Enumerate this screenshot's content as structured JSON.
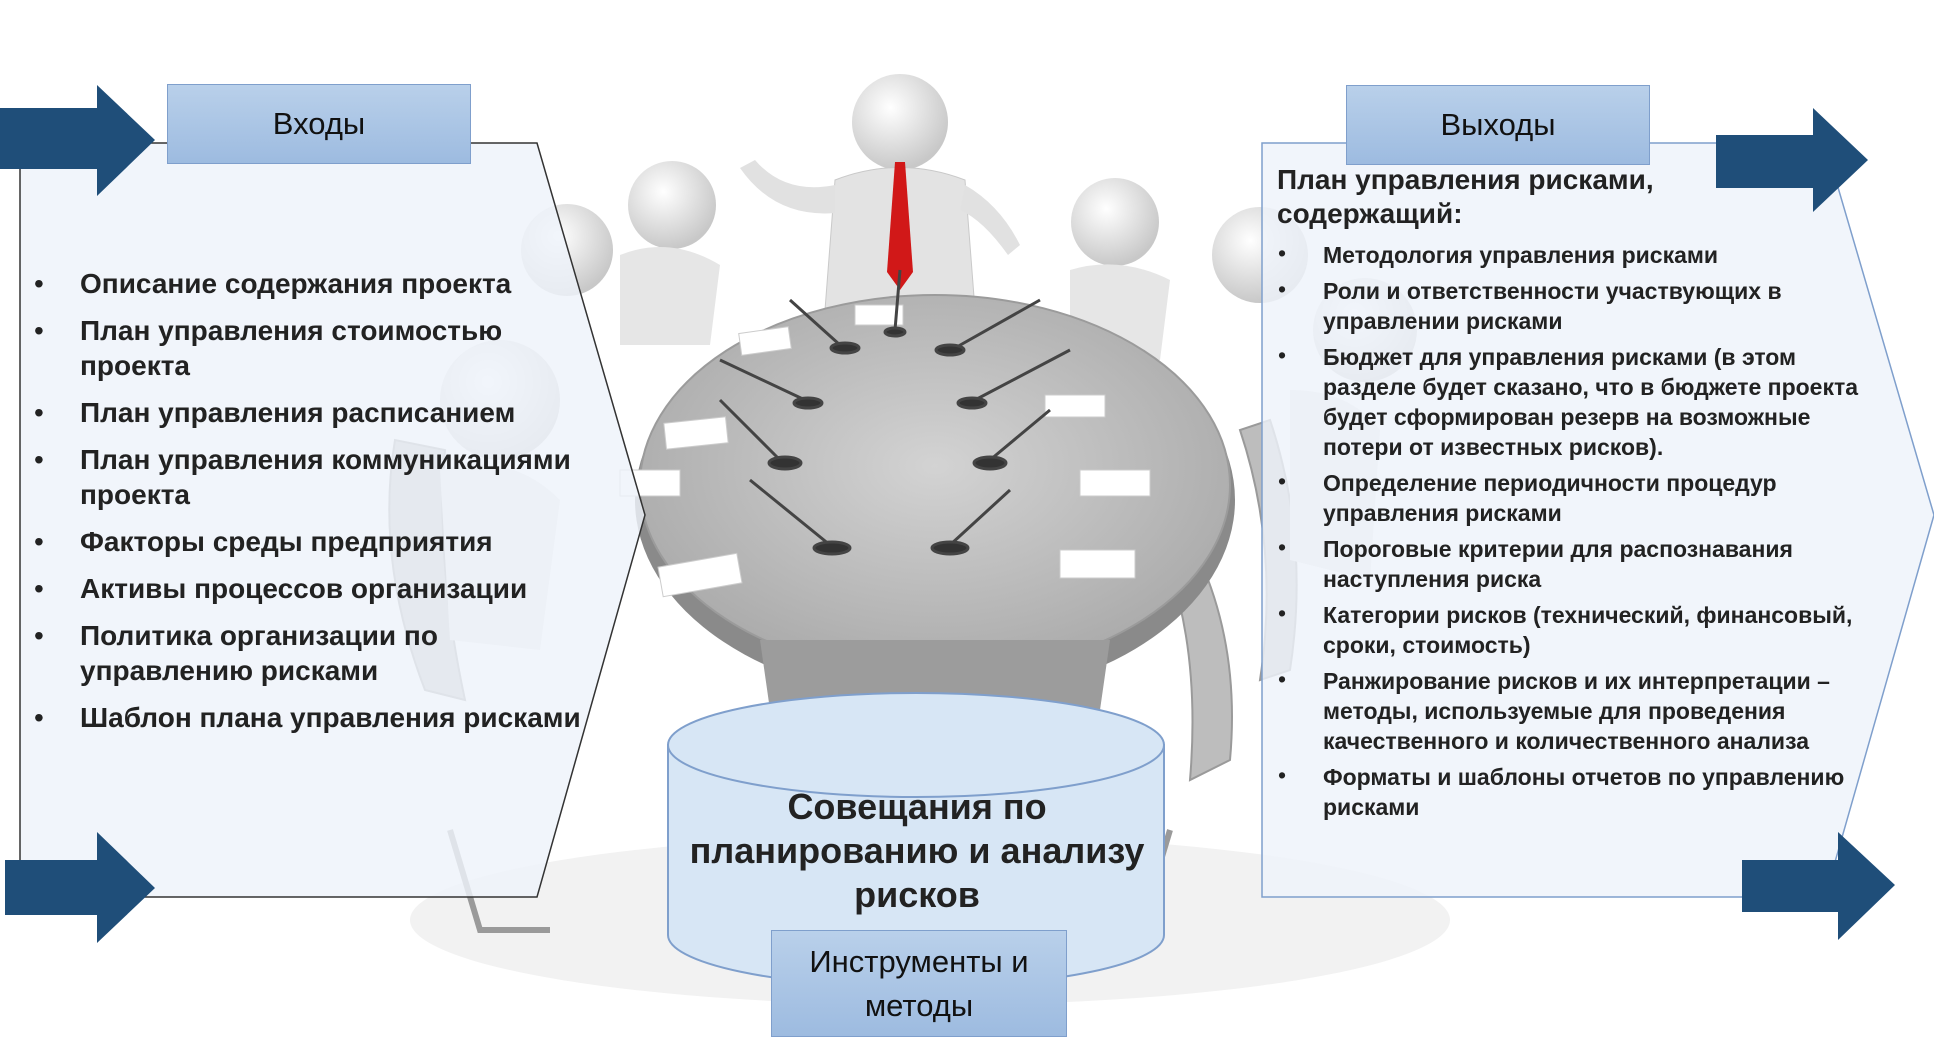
{
  "inputs": {
    "header": "Входы",
    "items": [
      "Описание содержания проекта",
      "План управления стоимостью проекта",
      "План управления расписанием",
      "План управления коммуникациями проекта",
      "Факторы среды предприятия",
      "Активы процессов организации",
      "Политика организации по управлению рисками",
      "Шаблон плана управления рисками"
    ]
  },
  "outputs": {
    "header": "Выходы",
    "title": "План управления рисками, содержащий:",
    "items": [
      "Методология управления рисками",
      "Роли и ответственности участвующих в управлении рисками",
      "Бюджет для управления рисками (в этом разделе будет сказано, что в бюджете проекта будет сформирован резерв на возможные потери от известных рисков).",
      "Определение периодичности процедур управления рисками",
      "Пороговые критерии для распознавания наступления риска",
      "Категории рисков (технический, финансовый, сроки, стоимость)",
      "Ранжирование рисков и их интерпретации – методы, используемые для проведения качественного и количественного анализа",
      "Форматы и шаблоны отчетов по управлению рисками"
    ]
  },
  "tools": {
    "cylinder_label": "Совещания по планированию и анализу рисков",
    "box_label": "Инструменты и методы"
  },
  "colors": {
    "arrow": "#1f4e79",
    "header_box": "#9dbbe0",
    "panel_fill": "#eef3fa",
    "cylinder_fill": "#d7e6f5"
  }
}
